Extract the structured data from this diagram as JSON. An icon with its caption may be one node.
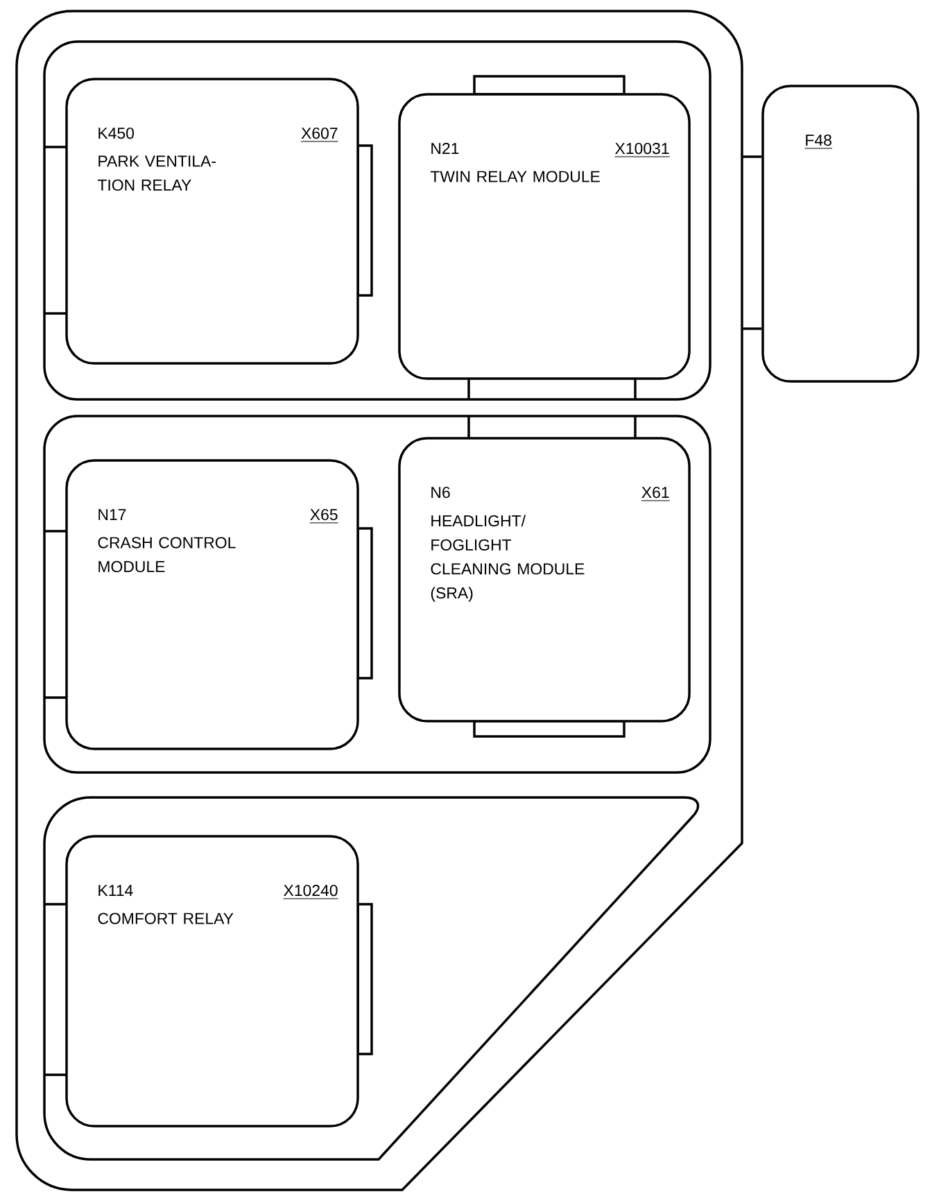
{
  "diagram": {
    "nodes": [
      {
        "text": [],
        "shape": "box"
      },
      {
        "text": [],
        "shape": "box",
        "in": 0
      },
      {
        "text": [
          "K450",
          "X607",
          "PARK VENTILA-TION RELAY"
        ],
        "in": 1
      },
      {
        "text": [
          "N21",
          "X10031",
          "TWIN RELAY MODULE"
        ],
        "in": 1
      },
      {
        "text": [
          "F48"
        ]
      },
      {
        "text": [],
        "shape": "box",
        "in": 0
      },
      {
        "text": [
          "N17",
          "X65",
          "CRASH CONTROL MODULE"
        ],
        "in": 5
      },
      {
        "text": [
          "N6",
          "X61",
          "HEADLIGHT/ FOGLIGHT CLEANING MODULE (SRA)"
        ],
        "in": 5
      },
      {
        "text": [],
        "shape": "box",
        "in": 0
      },
      {
        "text": [
          "K114",
          "X10240",
          "COMFORT RELAY"
        ],
        "in": 8
      }
    ],
    "edges": [
      {
        "from": 0,
        "to": 4,
        "arrow": "none"
      },
      {
        "from": 0,
        "to": 4,
        "arrow": "none"
      }
    ]
  }
}
